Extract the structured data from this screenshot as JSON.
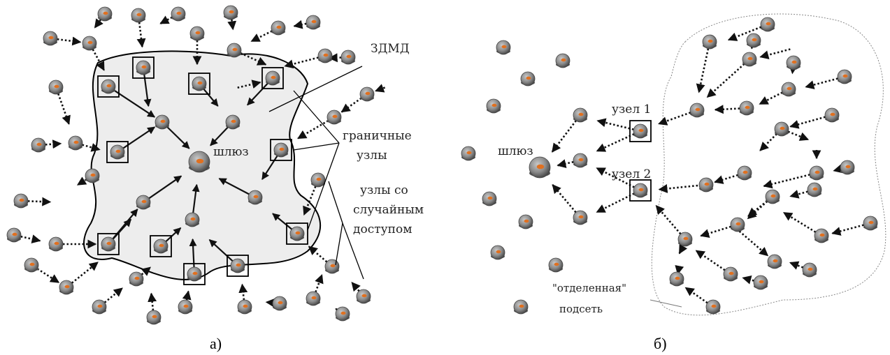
{
  "panel_a": {
    "caption": "а)",
    "zone_label": "ЗДМД",
    "gateway_label": "шлюз",
    "border_nodes_label": [
      "граничные",
      "узлы"
    ],
    "random_access_label": [
      "узлы со",
      "случайным",
      "доступом"
    ]
  },
  "panel_b": {
    "caption": "б)",
    "gateway_label": "шлюз",
    "node1_label": "узел 1",
    "node2_label": "узел 2",
    "subnet_label": [
      "\"отделенная\"",
      "подсеть"
    ]
  },
  "colors": {
    "zone_fill": "#ededed",
    "node_body": "#8a8a8a",
    "node_dot": "#e07020",
    "arrow": "#111111"
  }
}
